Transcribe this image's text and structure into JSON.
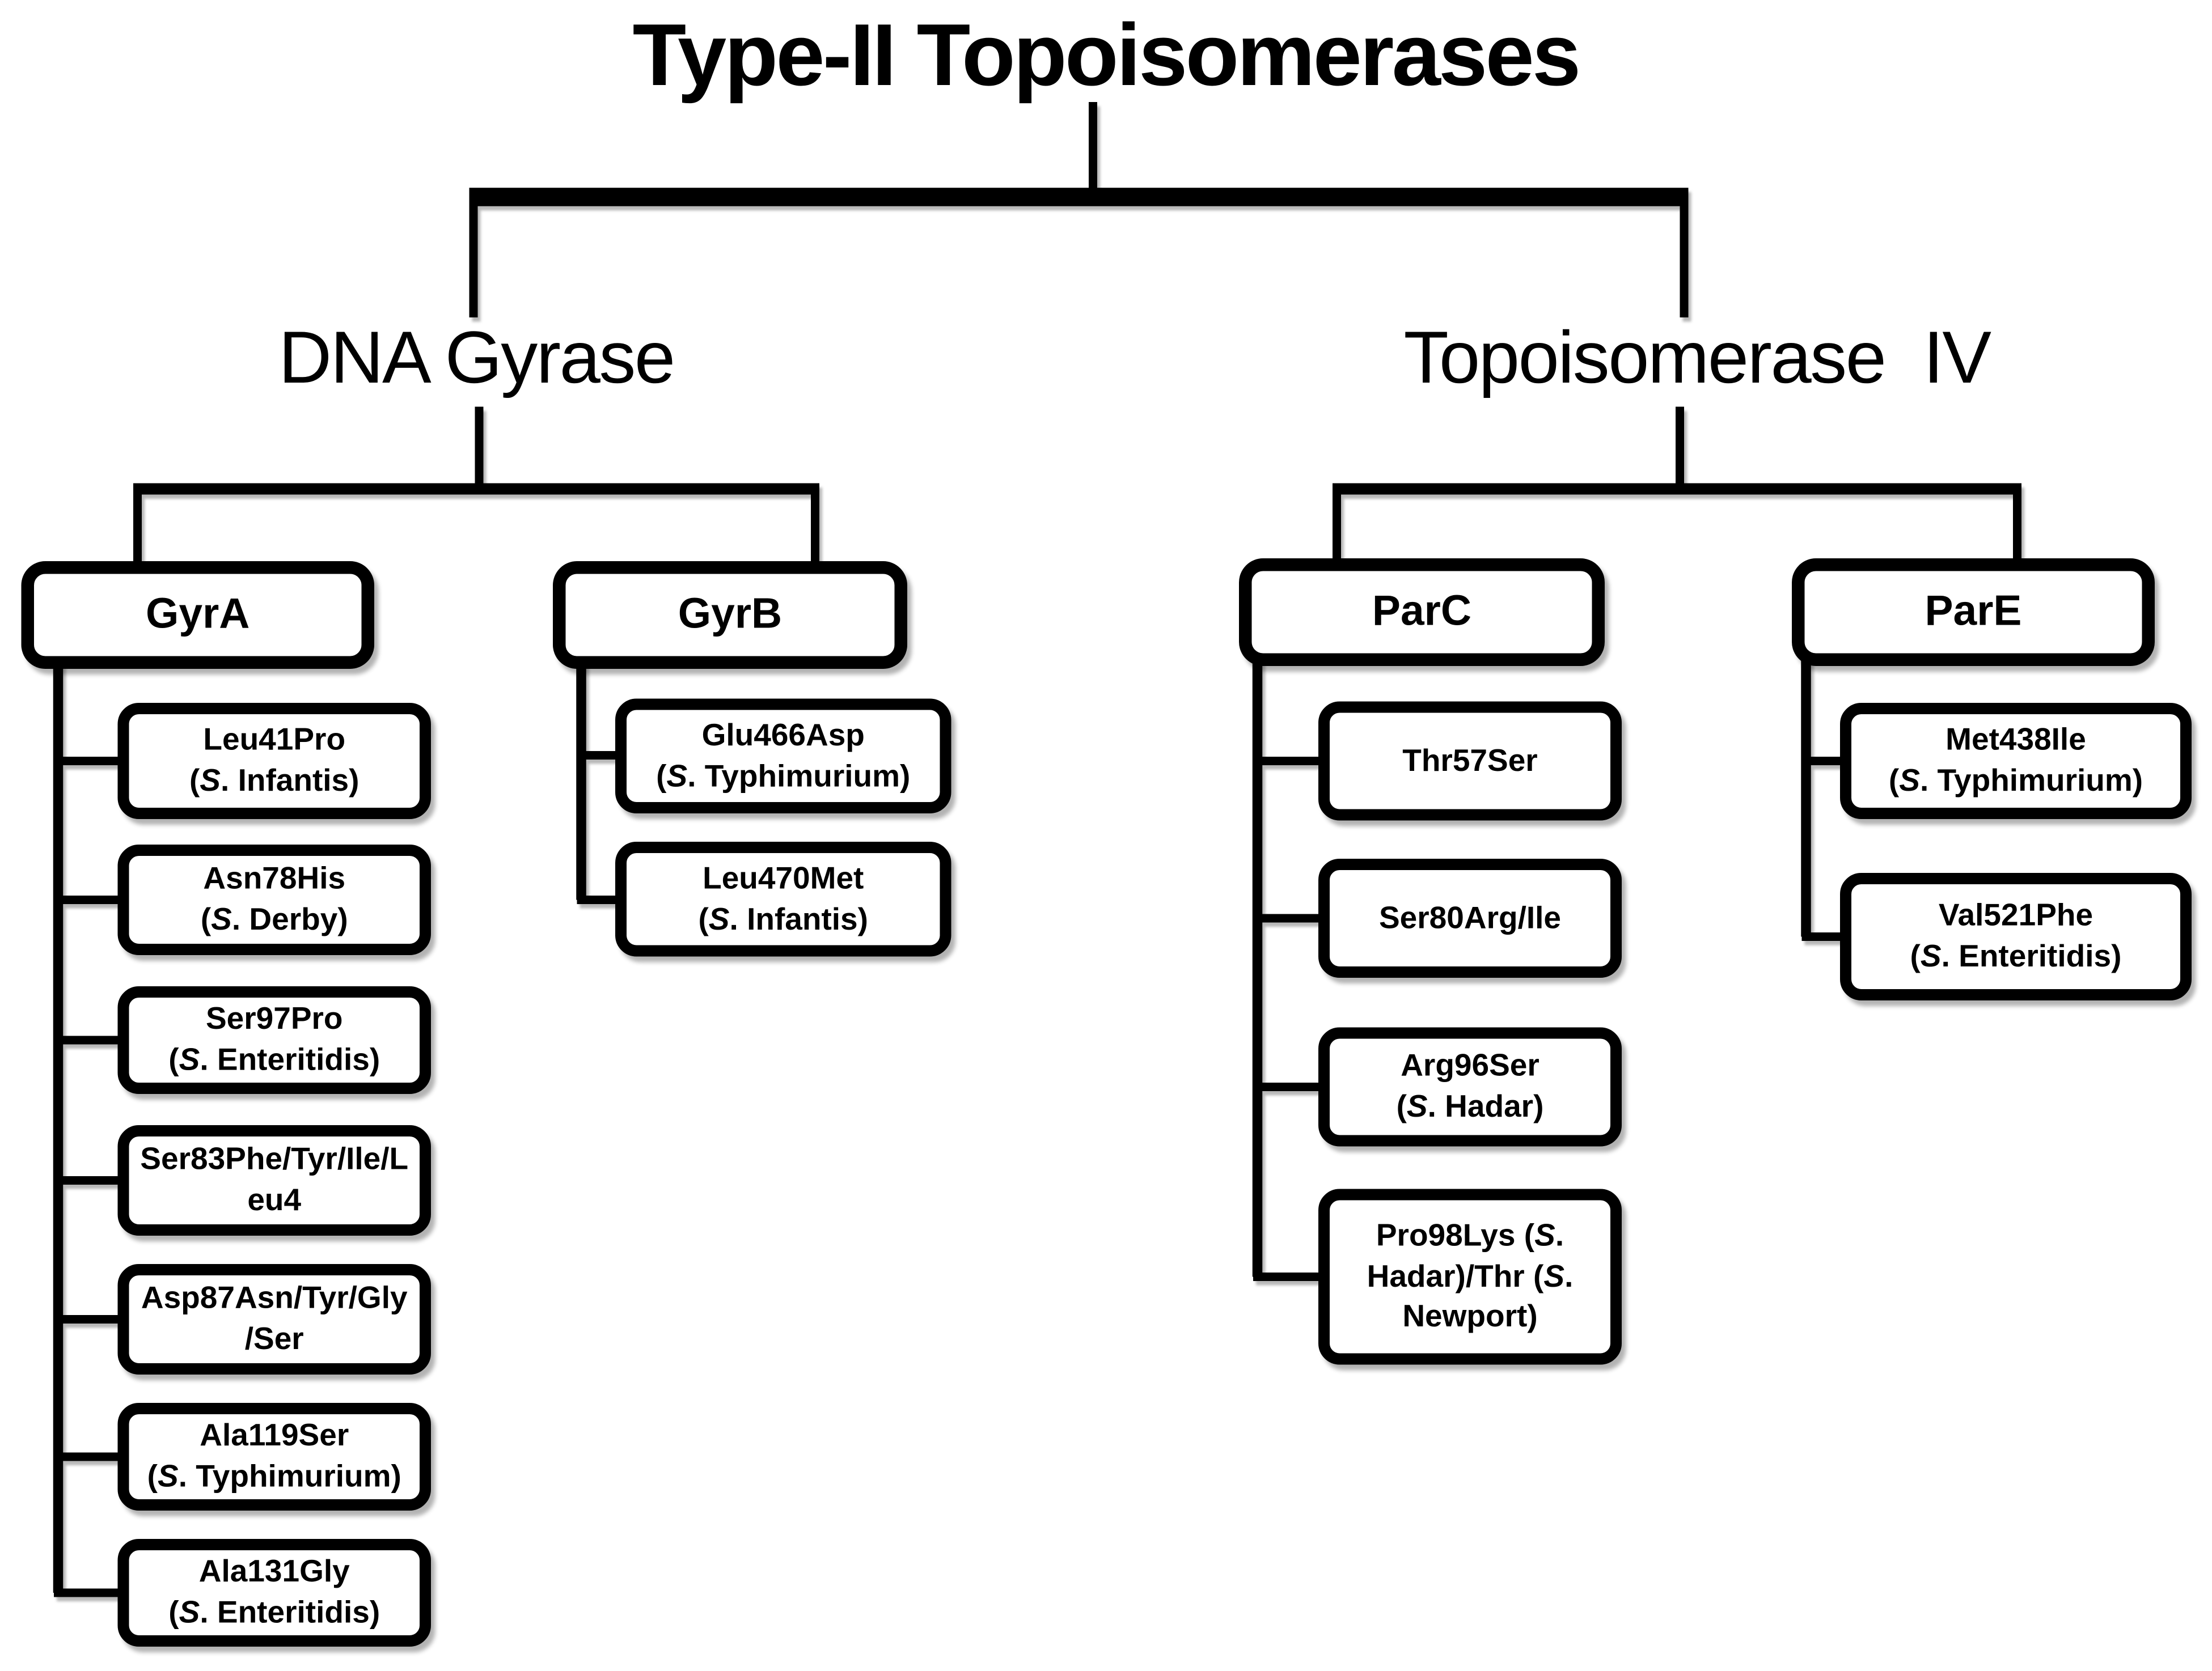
{
  "title": "Type-II Topoisomerases",
  "colors": {
    "background": "#ffffff",
    "box_fill": "#ffffff",
    "box_border": "#000000",
    "line": "#000000",
    "text": "#000000"
  },
  "tree": {
    "branches": [
      {
        "label": "DNA Gyrase",
        "genes": [
          {
            "label": "GyrA",
            "mutations": [
              {
                "lines": [
                  [
                    {
                      "t": "Leu41Pro"
                    }
                  ],
                  [
                    {
                      "t": "("
                    },
                    {
                      "t": "S",
                      "i": true
                    },
                    {
                      "t": ". Infantis)"
                    }
                  ]
                ]
              },
              {
                "lines": [
                  [
                    {
                      "t": "Asn78His"
                    }
                  ],
                  [
                    {
                      "t": "("
                    },
                    {
                      "t": "S",
                      "i": true
                    },
                    {
                      "t": ". Derby)"
                    }
                  ]
                ]
              },
              {
                "lines": [
                  [
                    {
                      "t": "Ser97Pro"
                    }
                  ],
                  [
                    {
                      "t": "("
                    },
                    {
                      "t": "S",
                      "i": true
                    },
                    {
                      "t": ". Enteritidis)"
                    }
                  ]
                ]
              },
              {
                "lines": [
                  [
                    {
                      "t": "Ser83Phe/Tyr/Ile/L"
                    }
                  ],
                  [
                    {
                      "t": "eu4"
                    }
                  ]
                ]
              },
              {
                "lines": [
                  [
                    {
                      "t": "Asp87Asn/Tyr/Gly"
                    }
                  ],
                  [
                    {
                      "t": "/Ser"
                    }
                  ]
                ]
              },
              {
                "lines": [
                  [
                    {
                      "t": "Ala119Ser"
                    }
                  ],
                  [
                    {
                      "t": "("
                    },
                    {
                      "t": "S",
                      "i": true
                    },
                    {
                      "t": ". Typhimurium)"
                    }
                  ]
                ]
              },
              {
                "lines": [
                  [
                    {
                      "t": "Ala131Gly"
                    }
                  ],
                  [
                    {
                      "t": "("
                    },
                    {
                      "t": "S",
                      "i": true
                    },
                    {
                      "t": ". Enteritidis)"
                    }
                  ]
                ]
              }
            ]
          },
          {
            "label": "GyrB",
            "mutations": [
              {
                "lines": [
                  [
                    {
                      "t": "Glu466Asp"
                    }
                  ],
                  [
                    {
                      "t": "("
                    },
                    {
                      "t": "S",
                      "i": true
                    },
                    {
                      "t": ". Typhimurium)"
                    }
                  ]
                ]
              },
              {
                "lines": [
                  [
                    {
                      "t": "Leu470Met"
                    }
                  ],
                  [
                    {
                      "t": "("
                    },
                    {
                      "t": "S",
                      "i": true
                    },
                    {
                      "t": ". Infantis)"
                    }
                  ]
                ]
              }
            ]
          }
        ]
      },
      {
        "label": "Topoisomerase  IV",
        "genes": [
          {
            "label": "ParC",
            "mutations": [
              {
                "lines": [
                  [
                    {
                      "t": "Thr57Ser"
                    }
                  ]
                ]
              },
              {
                "lines": [
                  [
                    {
                      "t": "Ser80Arg/Ile"
                    }
                  ]
                ]
              },
              {
                "lines": [
                  [
                    {
                      "t": "Arg96Ser"
                    }
                  ],
                  [
                    {
                      "t": "("
                    },
                    {
                      "t": "S",
                      "i": true
                    },
                    {
                      "t": ". Hadar)"
                    }
                  ]
                ]
              },
              {
                "lines": [
                  [
                    {
                      "t": "Pro98Lys ("
                    },
                    {
                      "t": "S",
                      "i": true
                    },
                    {
                      "t": "."
                    }
                  ],
                  [
                    {
                      "t": "Hadar)/Thr ("
                    },
                    {
                      "t": "S",
                      "i": true
                    },
                    {
                      "t": "."
                    }
                  ],
                  [
                    {
                      "t": "Newport)"
                    }
                  ]
                ]
              }
            ]
          },
          {
            "label": "ParE",
            "mutations": [
              {
                "lines": [
                  [
                    {
                      "t": "Met438Ile"
                    }
                  ],
                  [
                    {
                      "t": "("
                    },
                    {
                      "t": "S",
                      "i": true
                    },
                    {
                      "t": ". Typhimurium)"
                    }
                  ]
                ]
              },
              {
                "lines": [
                  [
                    {
                      "t": "Val521Phe"
                    }
                  ],
                  [
                    {
                      "t": "("
                    },
                    {
                      "t": "S",
                      "i": true
                    },
                    {
                      "t": ". Enteritidis)"
                    }
                  ]
                ]
              }
            ]
          }
        ]
      }
    ]
  }
}
